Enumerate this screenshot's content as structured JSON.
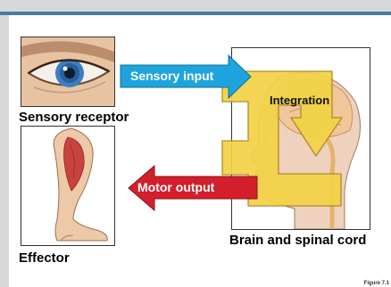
{
  "labels": {
    "sensory_input": "Sensory input",
    "integration": "Integration",
    "motor_output": "Motor output"
  },
  "captions": {
    "sensory_receptor": "Sensory receptor",
    "effector": "Effector",
    "brain_spinal_cord": "Brain and spinal cord"
  },
  "figure_number": "Figure 7.1",
  "colors": {
    "sensory_arrow": "#1ea4dc",
    "motor_arrow": "#d31f2c",
    "integration_arrow": "#f3d246",
    "header_accent": "#4b79a6",
    "frame_gray": "#d6d7d9"
  },
  "icons": {
    "eye": "eye-illustration",
    "leg": "leg-illustration",
    "head": "head-brain-illustration"
  }
}
